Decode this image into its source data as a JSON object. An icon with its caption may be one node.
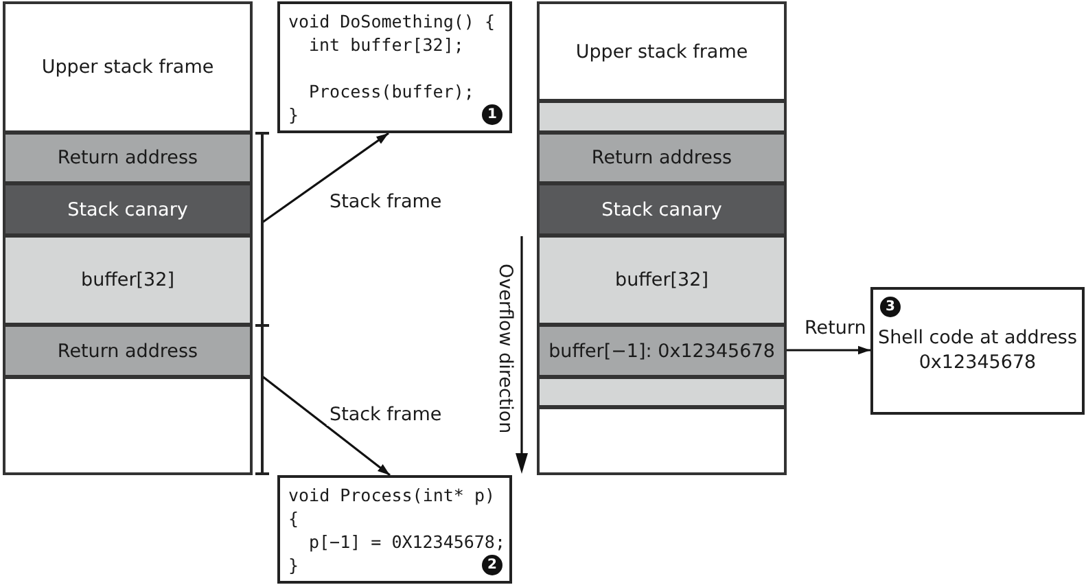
{
  "diagram": {
    "nodes": [
      {
        "text": [
          "Upper stack frame"
        ]
      },
      {
        "text": [
          "Return address"
        ]
      },
      {
        "text": [
          "Stack canary"
        ]
      },
      {
        "text": [
          "buffer[32]"
        ]
      },
      {
        "text": [
          "Return address"
        ]
      },
      {
        "text": [],
        "shape": "box"
      },
      {
        "text": [],
        "shape": "bar"
      },
      {
        "text": [],
        "shape": "bar"
      },
      {
        "text": [
          "void DoSomething() {",
          "int buffer[32];",
          "Process(buffer);",
          "}",
          "1"
        ]
      },
      {
        "text": [
          "void Process(int* p)",
          "{",
          "p[−1] = 0X12345678;",
          "}",
          "2"
        ]
      },
      {
        "text": [
          "Upper stack frame"
        ]
      },
      {
        "text": [],
        "shape": "box"
      },
      {
        "text": [
          "Return address"
        ]
      },
      {
        "text": [
          "Stack canary"
        ]
      },
      {
        "text": [
          "buffer[32]"
        ]
      },
      {
        "text": [
          "buffer[−1]: 0x12345678"
        ]
      },
      {
        "text": [],
        "shape": "box"
      },
      {
        "text": [],
        "shape": "box"
      },
      {
        "text": [
          "3",
          "Shell code at address 0x12345678"
        ]
      }
    ],
    "edges": [
      {
        "from": 6,
        "to": 8,
        "arrow": "to",
        "label": "Stack frame"
      },
      {
        "from": 7,
        "to": 9,
        "arrow": "to",
        "label": "Stack frame"
      },
      {
        "from": 15,
        "to": 18,
        "arrow": "to",
        "label": "Return"
      }
    ],
    "labels": [
      "Overflow direction"
    ]
  }
}
